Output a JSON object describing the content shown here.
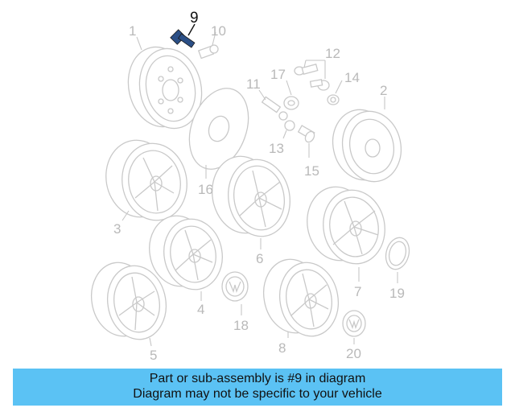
{
  "diagram": {
    "highlighted_part": "9",
    "callouts": [
      "1",
      "2",
      "3",
      "4",
      "5",
      "6",
      "7",
      "8",
      "9",
      "10",
      "11",
      "12",
      "13",
      "14",
      "15",
      "16",
      "17",
      "18",
      "19",
      "20"
    ]
  },
  "banner": {
    "line1": "Part or sub-assembly is #9 in diagram",
    "line2": "Diagram may not be specific to your vehicle"
  },
  "colors": {
    "banner": "#5bc2f4",
    "line_art": "#c9c9c9",
    "highlight": "#2b4f86"
  }
}
